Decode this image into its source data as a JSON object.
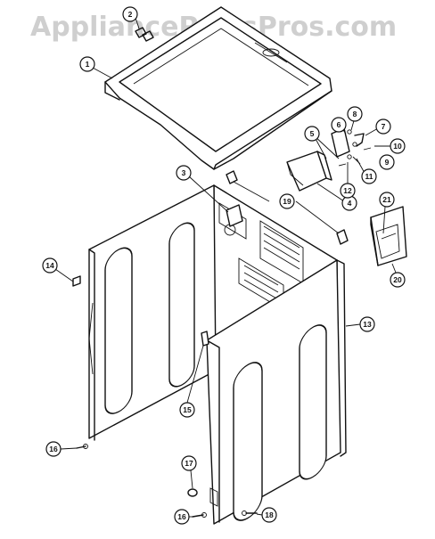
{
  "watermark": "AppliancePartsPros.com",
  "callouts": {
    "p1": "1",
    "p2": "2",
    "p3": "3",
    "p4": "4",
    "p5": "5",
    "p6": "6",
    "p7": "7",
    "p8": "8",
    "p9": "9",
    "p10": "10",
    "p11": "11",
    "p12": "12",
    "p13": "13",
    "p14": "14",
    "p15": "15",
    "p16a": "16",
    "p16b": "16",
    "p17": "17",
    "p18": "18",
    "p19": "19",
    "p20": "20",
    "p21": "21"
  },
  "colors": {
    "line": "#111111",
    "watermark": "#cfcfcf",
    "background": "#ffffff"
  }
}
